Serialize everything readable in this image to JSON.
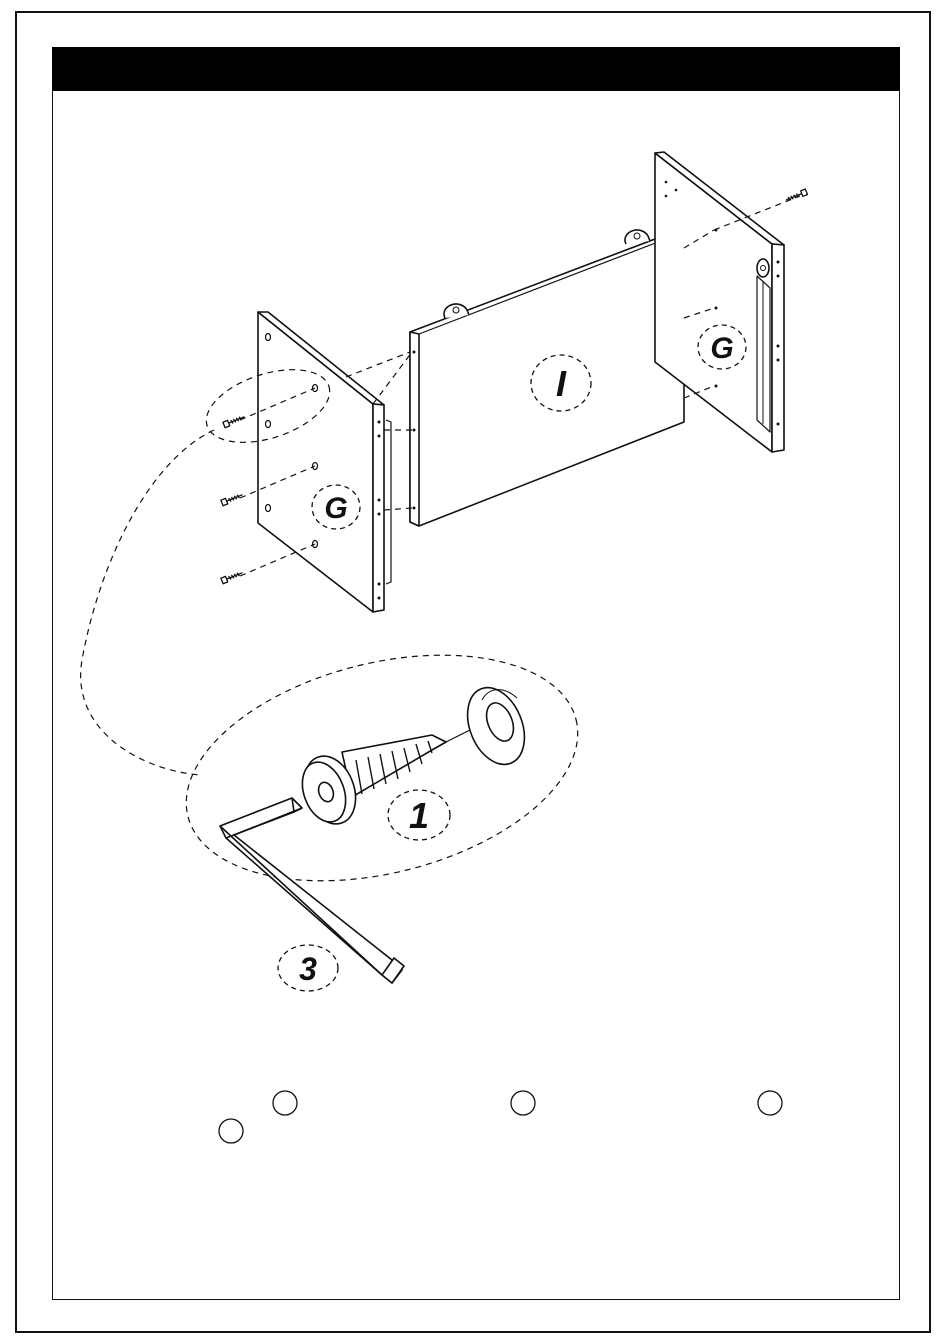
{
  "header": {
    "title": ""
  },
  "parts": {
    "panel_left": "G",
    "panel_right": "G",
    "panel_center": "I",
    "screw": "1",
    "hex_key": "3"
  },
  "colors": {
    "ink": "#111111",
    "paper": "#ffffff",
    "header": "#000000"
  }
}
